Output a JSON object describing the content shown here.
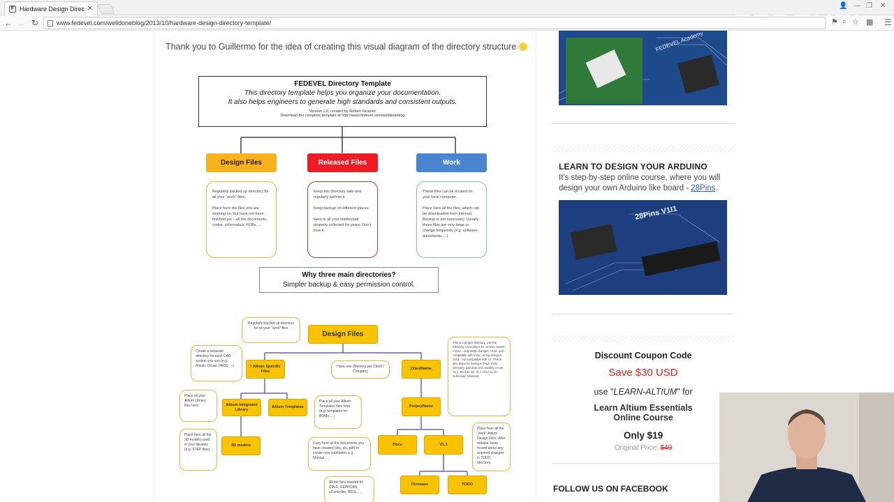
{
  "browser": {
    "tab_title": "Hardware Design Directo",
    "url": "www.fedevel.com/welldoneblog/2013/10/hardware-design-directory-template/",
    "watermark": "FEDEVEL"
  },
  "article": {
    "intro": "Thank you to Guillermo for the idea of creating this visual diagram of the directory structure",
    "diagram1": {
      "title": "FEDEVEL Directory Template",
      "subtitle1": "This directory template helps you organize your documentation.",
      "subtitle2": "It also helps engineers to generate high standards and consistent outputs.",
      "version": "Version 1.0, created by Robert Feranec",
      "download": "Download the complete template at http://www.fedevel.com/welldoneblog",
      "design": {
        "label": "Design Files",
        "color": "#f9b21b",
        "notes": [
          "Regularly backed up directory for all your \"work\" files.",
          "Place here the files you are working on, but have not been finished yet – all the documents, codes, schematics, PCBs, ..."
        ]
      },
      "released": {
        "label": "Released Files",
        "color": "#ee1c25",
        "notes": [
          "Keep this directory safe and regularly archive it.",
          "Keep backup on different places.",
          "Here is all your intellectual property collected for years. Don't lose it."
        ]
      },
      "work": {
        "label": "Work",
        "color": "#4a86cf",
        "notes": [
          "These files can be located on your local computer.",
          "Place here all the files, which can be downloaded from Internet. Backup is not necessary. Usually these files are very large or change frequently (e.g. software, datasheets, ...)"
        ]
      },
      "why_q": "Why three main directories?",
      "why_a": "Simpler backup & easy permission control."
    },
    "diagram2": {
      "root": "Design Files",
      "root_note": "Regularly backed up directory for all your \"work\" files",
      "altium_specific": "! Altium Specific Files",
      "altium_note": "Create a separate directory for each CAD system you use (e.g. Altium, Orcad, PADS, ...)",
      "client": "_ClientName_",
      "client_note": "Have one directory per Client / Company",
      "project": "_ProjectName_",
      "project_note": "This is a project directory. Use the following conventions for version names: V101A - only BOM changes; V110 - pcb compatible with V111, no big changes; V101 - not compatible with V1. This is also place for backups. Pack V101 Directory, add date and possibly a note: V1.1 2012 11 18; V1.1 2012 11 23 Schematic Checked",
      "integrated": "Altium Integrated Library",
      "integrated_note": "Place all your Altium Library files here",
      "templates": "Altium Templates",
      "templates_note": "Place all your Altium Templates files here (e.g. templates for BOMs, ...)",
      "models": "3D models",
      "models_note": "Place here all the 3D models used in your libraries (e.g. STEP files).",
      "docs": "Docs",
      "docs_note": "Copy here all the documents you have created (doc, xls, pdf) or create new subfolders e.g. Manual, ...",
      "v": "V1.1",
      "v_note": "Place here all the \"work\" Altium Design Files. After release, keep record about any required changes in TODO directory.",
      "firmware": "Firmware",
      "firmware_note": "All the files needed for CPLD, EEPROMs, uController, BIOS, ...",
      "todo": "TODO"
    }
  },
  "sidebar": {
    "arduino": {
      "heading": "LEARN TO DESIGN YOUR ARDUINO",
      "text": "It's step-by-step online course, where you will design your own Arduino like board -",
      "link": "28Pins",
      "after_link": ".",
      "board_label": "28Pins V1I1"
    },
    "coupon": {
      "heading": "Discount Coupon Code",
      "save": "Save $30 USD",
      "use_prefix": "use \"",
      "code": "LEARN-ALTIUM",
      "use_suffix": "\" for",
      "course": "Learn Altium Essentials Online Course",
      "price": "Only $19",
      "original_label": "Original Price:",
      "original_price": "$49"
    },
    "facebook_heading": "FOLLOW US ON FACEBOOK"
  }
}
